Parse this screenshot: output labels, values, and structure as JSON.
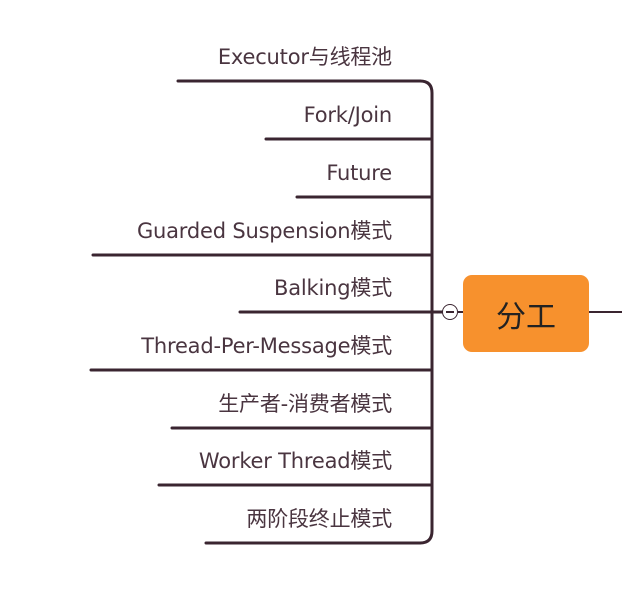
{
  "central_topic": {
    "label": "分工"
  },
  "branches": [
    {
      "label": "Executor与线程池"
    },
    {
      "label": "Fork/Join"
    },
    {
      "label": "Future"
    },
    {
      "label": "Guarded Suspension模式"
    },
    {
      "label": "Balking模式"
    },
    {
      "label": "Thread-Per-Message模式"
    },
    {
      "label": "生产者-消费者模式"
    },
    {
      "label": "Worker Thread模式"
    },
    {
      "label": "两阶段终止模式"
    }
  ],
  "colors": {
    "node_fill": "#f7912d",
    "line": "#3a2530",
    "text": "#4a3540"
  }
}
